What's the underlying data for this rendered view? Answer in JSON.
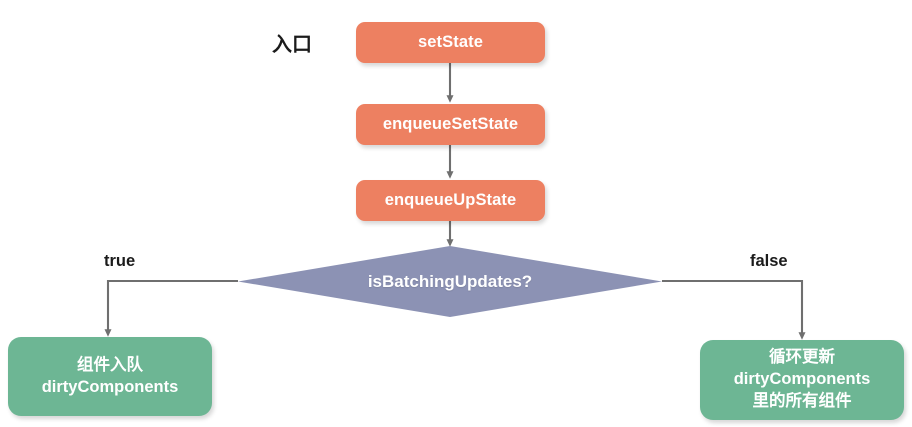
{
  "diagram": {
    "title": "React setState flow",
    "colors": {
      "process_fill": "#ED8061",
      "terminal_fill": "#6DB694",
      "decision_fill": "#8C92B4",
      "edge_stroke": "#6F6F6F",
      "text_on_shape": "#FFFFFF",
      "annotation_text": "#1B1B1B",
      "background": "#FFFFFF"
    },
    "annotations": [
      {
        "id": "entry",
        "text": "入口"
      },
      {
        "id": "branch_true",
        "text": "true"
      },
      {
        "id": "branch_false",
        "text": "false"
      }
    ],
    "nodes": {
      "set_state": {
        "label": "setState",
        "type": "process"
      },
      "enqueue_set_state": {
        "label": "enqueueSetState",
        "type": "process"
      },
      "enqueue_up_state": {
        "label": "enqueueUpState",
        "type": "process"
      },
      "is_batching_updates": {
        "label": "isBatchingUpdates?",
        "type": "decision"
      },
      "dirty_enqueue": {
        "type": "terminal",
        "line1": "组件入队",
        "line2": "dirtyComponents",
        "line3": ""
      },
      "dirty_flush": {
        "type": "terminal",
        "line1": "循环更新",
        "line2": "dirtyComponents",
        "line3": "里的所有组件"
      }
    },
    "edges": [
      {
        "from": "set_state",
        "to": "enqueue_set_state",
        "label": ""
      },
      {
        "from": "enqueue_set_state",
        "to": "enqueue_up_state",
        "label": ""
      },
      {
        "from": "enqueue_up_state",
        "to": "is_batching_updates",
        "label": ""
      },
      {
        "from": "is_batching_updates",
        "to": "dirty_enqueue",
        "label": "true"
      },
      {
        "from": "is_batching_updates",
        "to": "dirty_flush",
        "label": "false"
      }
    ]
  }
}
